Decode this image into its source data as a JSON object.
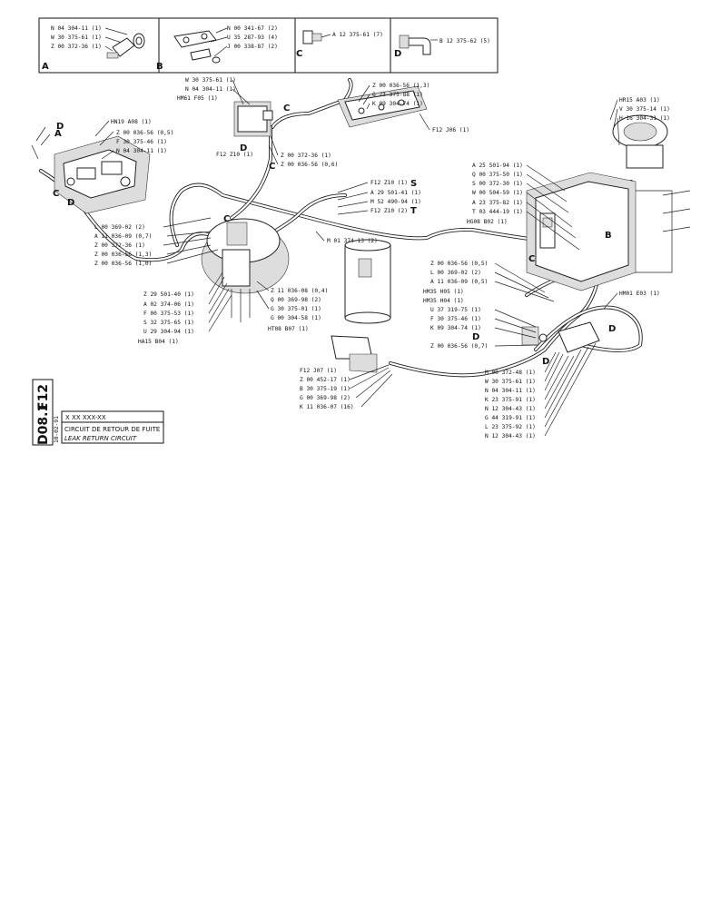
{
  "detail_panels": [
    {
      "letter": "A",
      "labels": [
        "N 04 304-11 (1)",
        "W 30 375-61 (1)",
        "Z 00 372-36 (1)"
      ]
    },
    {
      "letter": "B",
      "labels": [
        "N 00 341-67 (2)",
        "U 35 287-93 (4)",
        "J 00 338-87 (2)"
      ]
    },
    {
      "letter": "C",
      "labels": [
        "A 12 375-61 (7)"
      ]
    },
    {
      "letter": "D",
      "labels": [
        "B 12 375-62 (5)"
      ]
    }
  ],
  "callouts_left": [
    "HN19 A08 (1)",
    "Z 00 036-56 (0,5)",
    "F 30 375-46 (1)",
    "N 04 304-11 (1)",
    "L 00 369-02 (2)",
    "A 11 036-09 (0,7)",
    "Z 00 372-36 (1)",
    "Z 00 036-56 (1,3)",
    "Z 00 036-56 (1,0)"
  ],
  "callouts_top_center": [
    "W 30 375-61 (1)",
    "N 04 304-11 (1)",
    "HM61 F05 (1)",
    "Z 00 372-36 (1)",
    "Z 00 036-56 (0,6)",
    "F12 Z10 (1)"
  ],
  "callouts_top_right": [
    "Z 00 036-56 (1,3)",
    "G 23 375-88 (1)",
    "K 09 304-74 (1)",
    "F12 J06 (1)"
  ],
  "callouts_center": [
    "F12 Z10 (1)",
    "A 29 501-41 (1)",
    "M 52 490-94 (1)",
    "F12 Z10 (2)",
    "M 01 374-13 (2)",
    "Z 11 036-08 (0,4)",
    "Q 00 369-98 (2)",
    "G 30 375-01 (1)",
    "G 00 304-58 (1)",
    "HT08 B07 (1)"
  ],
  "callouts_lower_left": [
    "Z 29 501-40 (1)",
    "A 02 374-06 (1)",
    "F 00 375-53 (1)",
    "S 32 375-65 (1)",
    "U 29 304-94 (1)",
    "HA15 B04 (1)"
  ],
  "callouts_bottom_center": [
    "F12 J07 (1)",
    "Z 00 452-17 (1)",
    "B 30 375-19 (1)",
    "G 00 369-98 (2)",
    "K 11 036-07 (16)"
  ],
  "callouts_right_upper": [
    "HR15 A03 (1)",
    "V 30 375-14 (1)",
    "H 16 304-31 (1)",
    "A 25 501-94 (1)",
    "Q 00 375-50 (1)",
    "S 00 372-30 (1)",
    "W 00 504-59 (1)",
    "A 23 375-82 (1)",
    "T 03 444-19 (1)",
    "HG08 B02 (1)"
  ],
  "callouts_right_mid": [
    "Z 00 036-56 (0,5)",
    "L 00 369-02 (2)",
    "A 11 036-09 (0,5)",
    "HM35 H05 (1)",
    "HM35 H04 (1)",
    "U 37 319-75 (1)",
    "F 30 375-46 (1)",
    "K 09 304-74 (1)",
    "Z 00 036-56 (0,7)",
    "HM01 E03 (1)"
  ],
  "callouts_right_lower": [
    "M 00 372-48 (1)",
    "W 30 375-61 (1)",
    "N 04 304-11 (1)",
    "K 23 375-91 (1)",
    "N 12 304-43 (1)",
    "G 44 319-91 (1)",
    "L 23 375-92 (1)",
    "N 12 304-43 (1)"
  ],
  "view_letters": [
    "A",
    "C",
    "D",
    "D",
    "C",
    "C",
    "D",
    "C",
    "S",
    "T",
    "B",
    "C",
    "D",
    "D",
    "D"
  ],
  "sheet": {
    "code_top": "F12",
    "code_bottom": "D08.1",
    "date": "10-02-91",
    "ref": "X XX XXX-XX",
    "title_fr": "CIRCUIT DE RETOUR DE FUITE",
    "title_en": "LEAK RETURN CIRCUIT"
  }
}
